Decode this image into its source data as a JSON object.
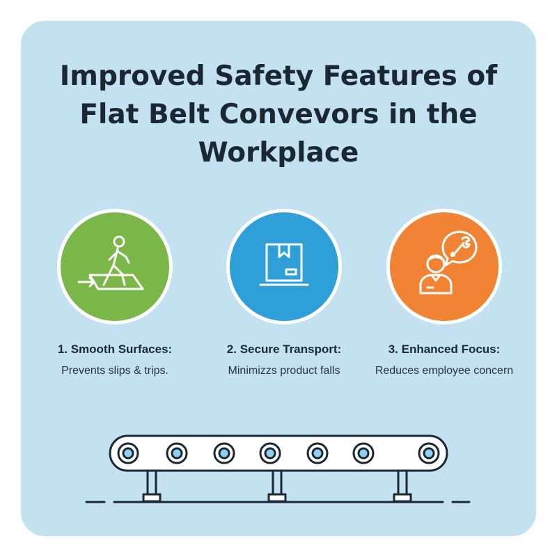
{
  "title": "Improved Safety Features of Flat Belt Convevors in the Workplace",
  "colors": {
    "background": "#c3e1f0",
    "green": "#7ab648",
    "blue": "#2f9fd8",
    "orange": "#f08434",
    "text": "#1b2733"
  },
  "features": [
    {
      "heading": "1. Smooth Surfaces:",
      "description": "Prevents slips & trips.",
      "icon": "walking-person-icon",
      "color": "#7ab648"
    },
    {
      "heading": "2. Secure Transport:",
      "description": "Minimizzs product falls",
      "icon": "box-package-icon",
      "color": "#2f9fd8"
    },
    {
      "heading": "3. Enhanced Focus:",
      "description": "Reduces employee concern",
      "icon": "employee-wrench-icon",
      "color": "#f08434"
    }
  ],
  "illustration": {
    "icon": "flat-belt-conveyor-icon"
  }
}
